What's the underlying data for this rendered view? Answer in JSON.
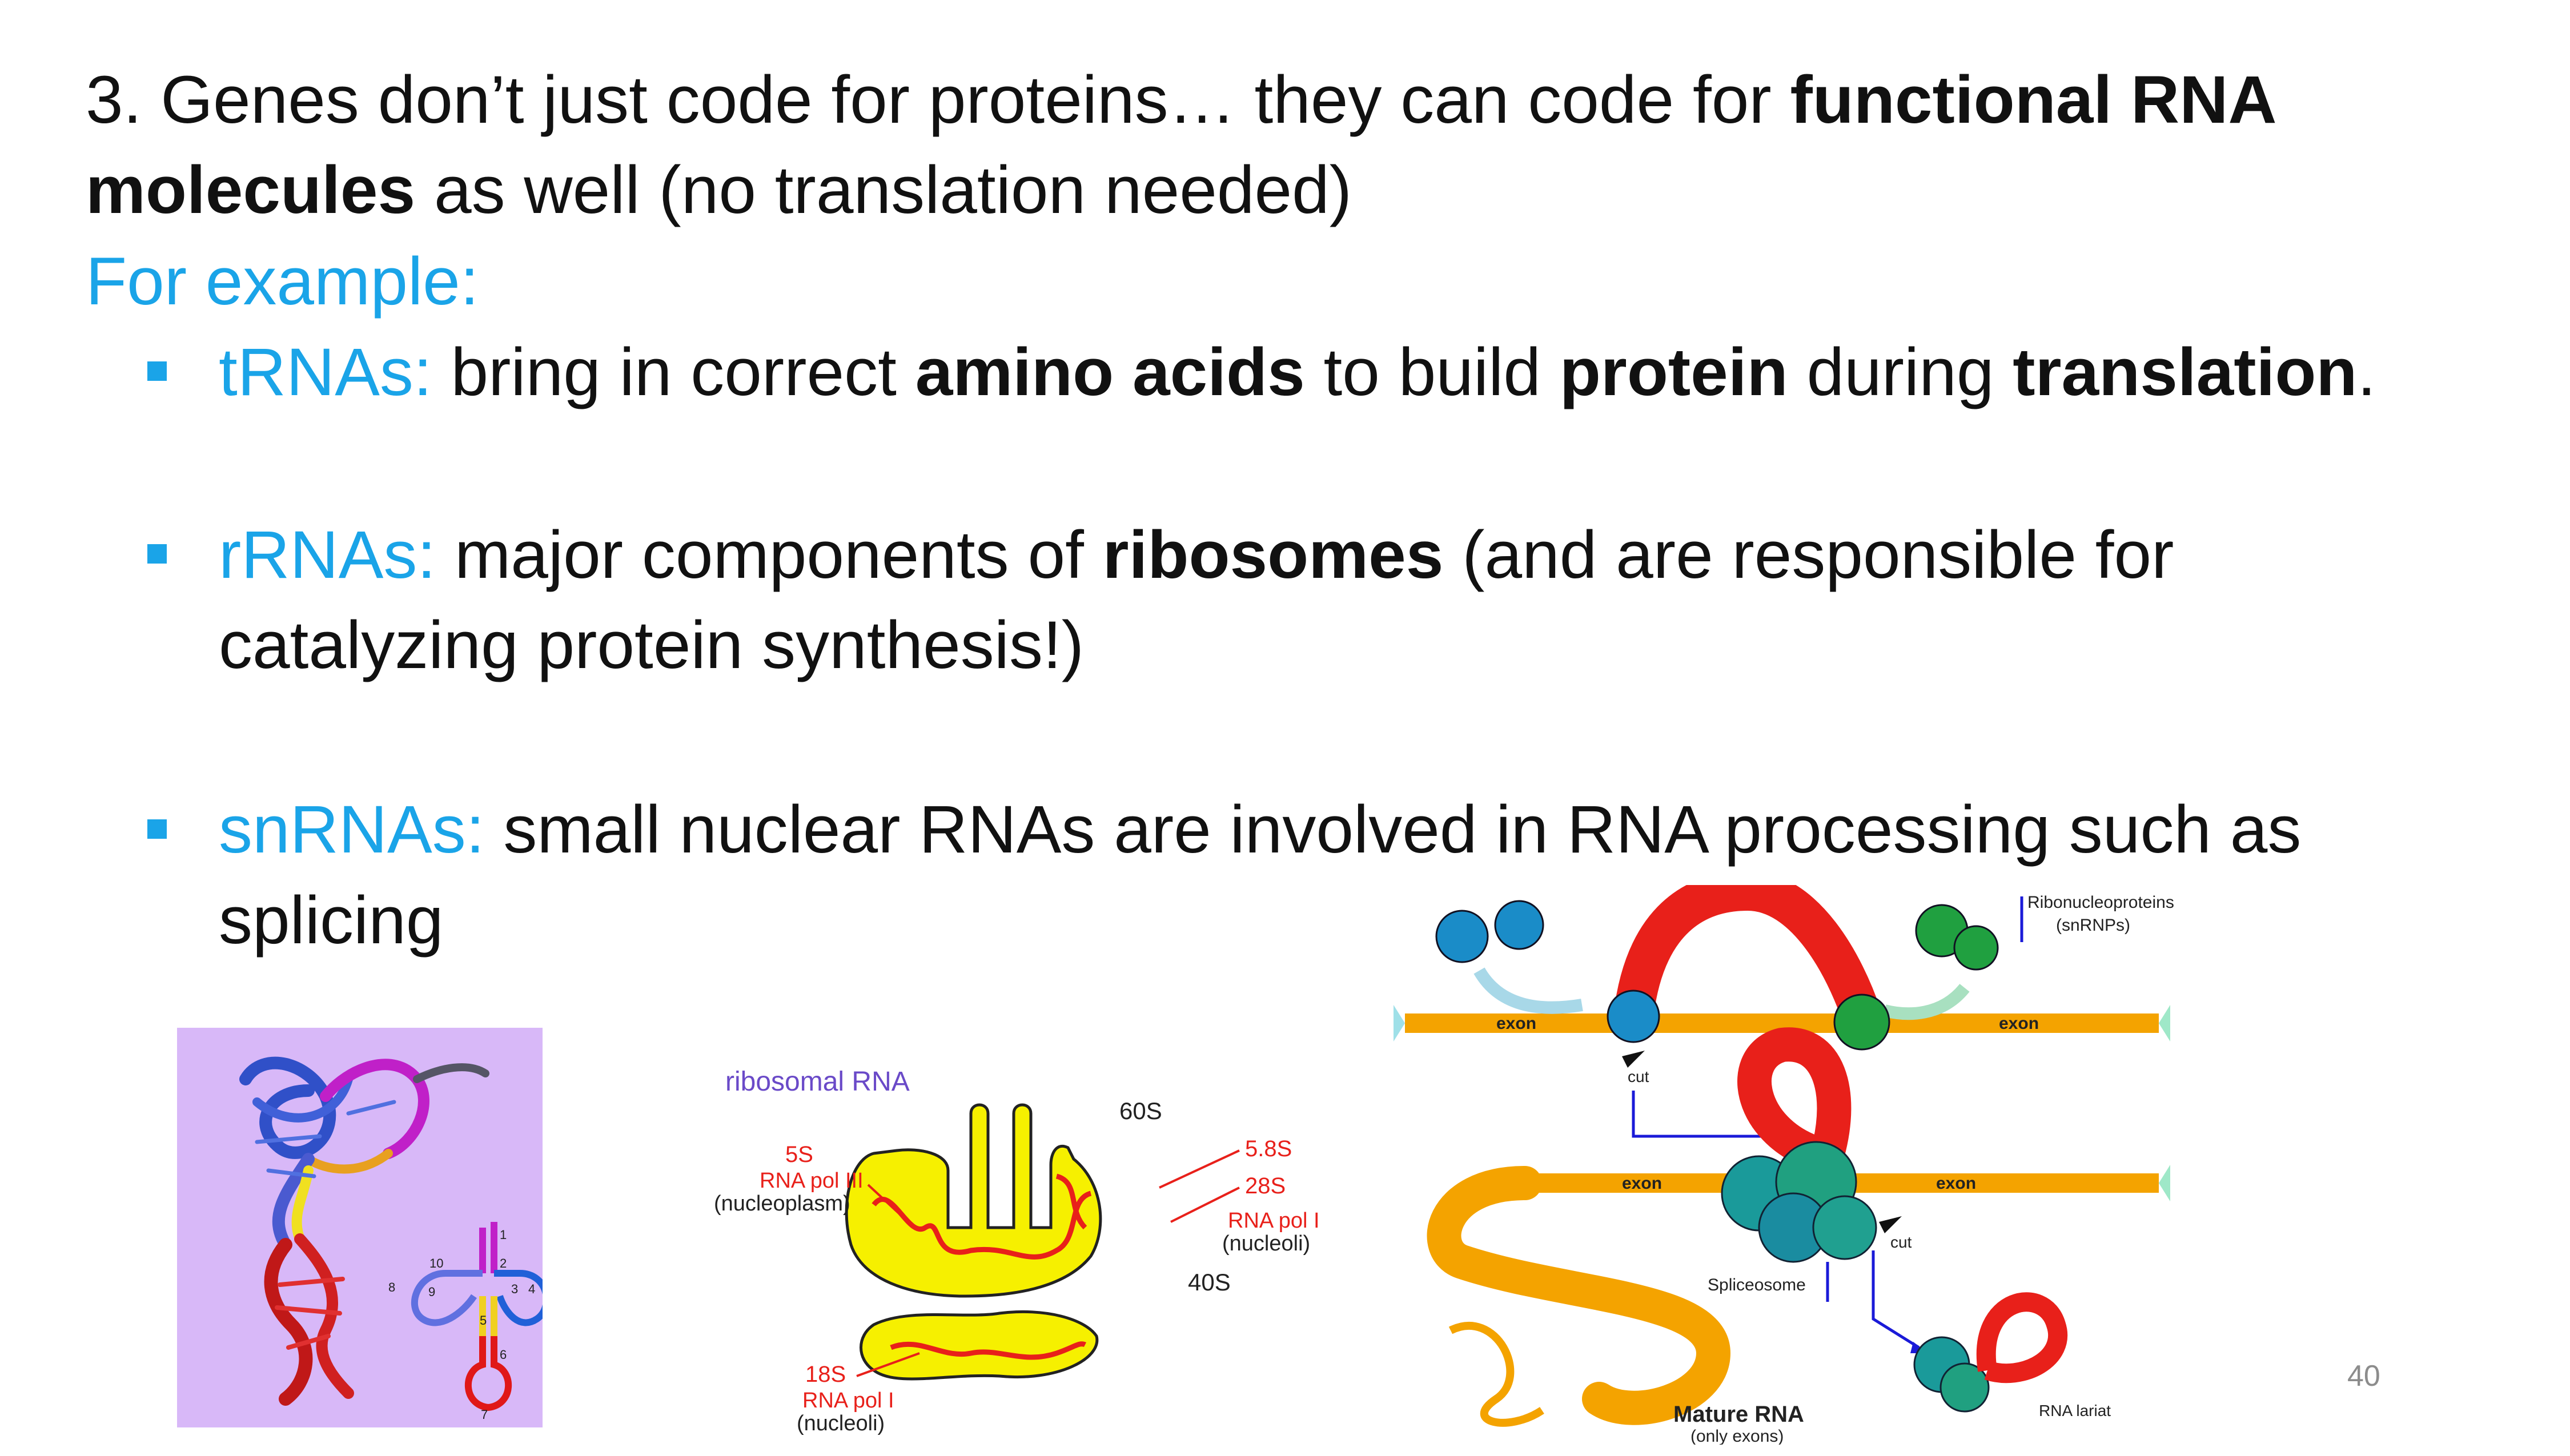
{
  "heading": {
    "num": "3. Genes don’t just code for proteins… they can code for ",
    "bold1": "functional RNA",
    "bold2": "molecules",
    "rest": " as well (no translation needed)"
  },
  "for_example": "For example:",
  "bullets": [
    {
      "term": "tRNAs:",
      "t1": " bring in correct ",
      "b1": "amino acids",
      "t2": " to build ",
      "b2": "protein",
      "t3": " during ",
      "b3": "translation",
      "t4": "."
    },
    {
      "term": "rRNAs:",
      "t1": " major components of ",
      "b1": "ribosomes",
      "t2": " (and are responsible for",
      "line2": "catalyzing protein synthesis!)"
    },
    {
      "term": "snRNAs:",
      "t1": " small nuclear RNAs are involved in RNA processing such as",
      "line2": "splicing"
    }
  ],
  "trna_figure": {
    "numbers": [
      "1",
      "2",
      "3",
      "4",
      "5",
      "6",
      "7",
      "8",
      "9",
      "10"
    ]
  },
  "ribosome_figure": {
    "title": "ribosomal RNA",
    "label_60s": "60S",
    "label_40s": "40S",
    "label_5s": "5S",
    "label_5s_pol": "RNA pol III",
    "label_5s_loc": "(nucleoplasm)",
    "label_58s": "5.8S",
    "label_28s": "28S",
    "label_28s_pol": "RNA pol I",
    "label_28s_loc": "(nucleoli)",
    "label_18s": "18S",
    "label_18s_pol": "RNA pol I",
    "label_18s_loc": "(nucleoli)"
  },
  "splicing_figure": {
    "snrnp_label1": "Ribonucleoproteins",
    "snrnp_label2": "(snRNPs)",
    "exon": "exon",
    "cut": "cut",
    "spliceosome": "Spliceosome",
    "lariat": "RNA lariat",
    "mature": "Mature RNA",
    "mature_sub": "(only exons)"
  },
  "page_number": "40",
  "colors": {
    "accent_blue": "#1aa4e8",
    "exon_orange": "#f4a300",
    "intron_red": "#e8201a",
    "rrna_yellow": "#f6f000"
  }
}
